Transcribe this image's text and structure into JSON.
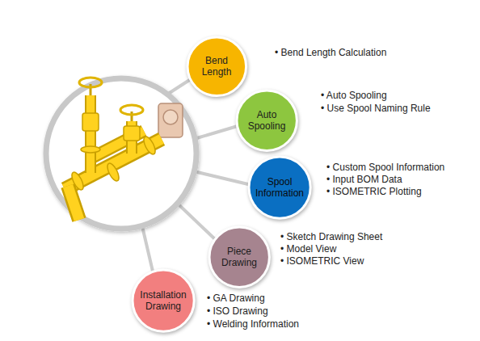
{
  "diagram": {
    "nodes": [
      {
        "text": [
          "Bend Length"
        ]
      },
      {
        "text": [
          "Auto Spooling"
        ]
      },
      {
        "text": [
          "Spool Information"
        ]
      },
      {
        "text": [
          "Piece Drawing"
        ]
      },
      {
        "text": [
          "Installation Drawing"
        ]
      }
    ],
    "labels": [
      "• Bend Length Calculation",
      "• Auto Spooling",
      "• Use Spool Naming Rule",
      "• Custom Spool Information",
      "• Input BOM Data",
      "• ISOMETRIC Plotting",
      "• Sketch Drawing Sheet",
      "• Model View",
      "• ISOMETRIC View",
      "• GA Drawing",
      "• ISO Drawing",
      "• Welding Information"
    ]
  }
}
